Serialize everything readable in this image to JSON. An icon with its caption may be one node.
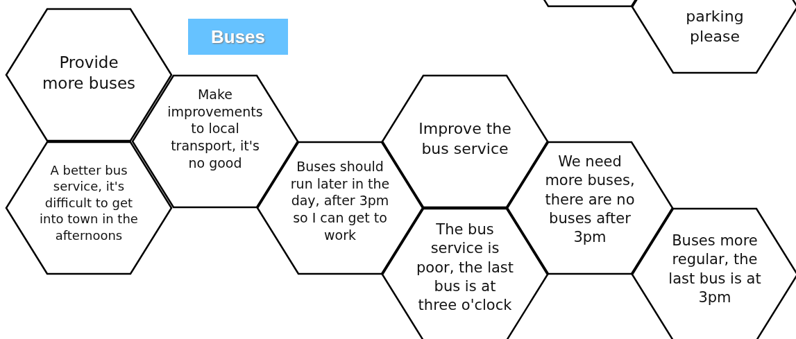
{
  "diagram": {
    "nodes": [
      {
        "text": [],
        "shape": "hexagon"
      },
      {
        "text": [
          "parking please"
        ]
      },
      {
        "text": [
          "Provide more buses"
        ]
      },
      {
        "text": [
          "Buses"
        ]
      },
      {
        "text": [
          "Make improvements to local transport, it's no good"
        ]
      },
      {
        "text": [
          "Improve the bus service"
        ]
      },
      {
        "text": [
          "A better bus service, it's difficult to get into town in the afternoons"
        ]
      },
      {
        "text": [
          "Buses should run later in the day, after 3pm so I can get to work"
        ]
      },
      {
        "text": [
          "We need more buses, there are no buses after 3pm"
        ]
      },
      {
        "text": [
          "The bus service is poor, the last bus is at three o'clock"
        ]
      },
      {
        "text": [
          "Buses more regular, the last bus is at 3pm"
        ]
      }
    ]
  }
}
